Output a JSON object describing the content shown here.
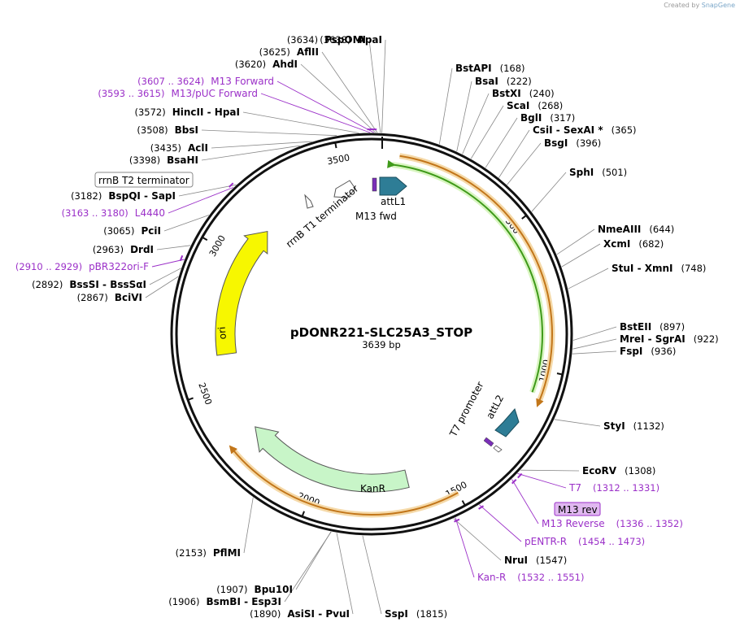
{
  "credit": {
    "prefix": "Created by",
    "brand": "SnapGene"
  },
  "plasmid": {
    "name": "pDONR221-SLC25A3_STOP",
    "length_label": "3639 bp"
  },
  "ticks": [
    {
      "pos": 500,
      "label": "500"
    },
    {
      "pos": 1000,
      "label": "1000"
    },
    {
      "pos": 1500,
      "label": "1500"
    },
    {
      "pos": 2000,
      "label": "2000"
    },
    {
      "pos": 2500,
      "label": "2500"
    },
    {
      "pos": 3000,
      "label": "3000"
    },
    {
      "pos": 3500,
      "label": "3500"
    }
  ],
  "sites": [
    {
      "name": "ApaI",
      "pos": "(3638)",
      "bp": 3638
    },
    {
      "name": "PspOMI",
      "pos": "(3634)",
      "bp": 3634
    },
    {
      "name": "AflII",
      "pos": "(3625)",
      "bp": 3625
    },
    {
      "name": "AhdI",
      "pos": "(3620)",
      "bp": 3620
    },
    {
      "name": "HincII - HpaI",
      "pos": "(3572)",
      "bp": 3572
    },
    {
      "name": "BbsI",
      "pos": "(3508)",
      "bp": 3508
    },
    {
      "name": "AclI",
      "pos": "(3435)",
      "bp": 3435
    },
    {
      "name": "BsaHI",
      "pos": "(3398)",
      "bp": 3398
    },
    {
      "name": "BspQI - SapI",
      "pos": "(3182)",
      "bp": 3182
    },
    {
      "name": "PciI",
      "pos": "(3065)",
      "bp": 3065
    },
    {
      "name": "DrdI",
      "pos": "(2963)",
      "bp": 2963
    },
    {
      "name": "BssSI - BssSαI",
      "pos": "(2892)",
      "bp": 2892
    },
    {
      "name": "BciVI",
      "pos": "(2867)",
      "bp": 2867
    },
    {
      "name": "PflMI",
      "pos": "(2153)",
      "bp": 2153
    },
    {
      "name": "Bpu10I",
      "pos": "(1907)",
      "bp": 1907
    },
    {
      "name": "BsmBI - Esp3I",
      "pos": "(1906)",
      "bp": 1906
    },
    {
      "name": "AsiSI - PvuI",
      "pos": "(1890)",
      "bp": 1890
    },
    {
      "name": "SspI",
      "pos": "(1815)",
      "bp": 1815
    },
    {
      "name": "NruI",
      "pos": "(1547)",
      "bp": 1547
    },
    {
      "name": "EcoRV",
      "pos": "(1308)",
      "bp": 1308
    },
    {
      "name": "StyI",
      "pos": "(1132)",
      "bp": 1132
    },
    {
      "name": "FspI",
      "pos": "(936)",
      "bp": 936
    },
    {
      "name": "MreI - SgrAI",
      "pos": "(922)",
      "bp": 922
    },
    {
      "name": "BstEII",
      "pos": "(897)",
      "bp": 897
    },
    {
      "name": "StuI - XmnI",
      "pos": "(748)",
      "bp": 748
    },
    {
      "name": "XcmI",
      "pos": "(682)",
      "bp": 682
    },
    {
      "name": "NmeAIII",
      "pos": "(644)",
      "bp": 644
    },
    {
      "name": "SphI",
      "pos": "(501)",
      "bp": 501
    },
    {
      "name": "BsgI",
      "pos": "(396)",
      "bp": 396
    },
    {
      "name": "CsiI - SexAI *",
      "pos": "(365)",
      "bp": 365
    },
    {
      "name": "BglI",
      "pos": "(317)",
      "bp": 317
    },
    {
      "name": "ScaI",
      "pos": "(268)",
      "bp": 268
    },
    {
      "name": "BstXI",
      "pos": "(240)",
      "bp": 240
    },
    {
      "name": "BsaI",
      "pos": "(222)",
      "bp": 222
    },
    {
      "name": "BstAPI",
      "pos": "(168)",
      "bp": 168
    }
  ],
  "primers": [
    {
      "name": "M13 Forward",
      "range": "(3607 .. 3624)",
      "bp": 3615
    },
    {
      "name": "M13/pUC Forward",
      "range": "(3593 .. 3615)",
      "bp": 3604
    },
    {
      "name": "L4440",
      "range": "(3163 .. 3180)",
      "bp": 3171
    },
    {
      "name": "pBR322ori-F",
      "range": "(2910 .. 2929)",
      "bp": 2919
    },
    {
      "name": "T7",
      "range": "(1312 .. 1331)",
      "bp": 1321
    },
    {
      "name": "M13 Reverse",
      "range": "(1336 .. 1352)",
      "bp": 1344
    },
    {
      "name": "pENTR-R",
      "range": "(1454 .. 1473)",
      "bp": 1463
    },
    {
      "name": "Kan-R",
      "range": "(1532 .. 1551)",
      "bp": 1541
    }
  ],
  "boxed_labels": {
    "rrnb_t2": "rrnB T2 terminator",
    "m13_rev": "M13 rev"
  },
  "features": {
    "rrnb_t1": "rrnB T1 terminator",
    "attl1": "attL1",
    "m13_fwd": "M13 fwd",
    "t7_promoter": "T7 promoter",
    "attl2": "attL2",
    "kanr": "KanR",
    "ori": "ori"
  },
  "colors": {
    "insert_green": "#3f9a1a",
    "orange_orf": "#c2761a",
    "kanr_fill": "#c8f5c8",
    "ori_fill": "#f7f700",
    "att_fill": "#2e7d96",
    "primer_purple": "#9b30c8",
    "m13_box_fill": "#e0b8f0"
  }
}
